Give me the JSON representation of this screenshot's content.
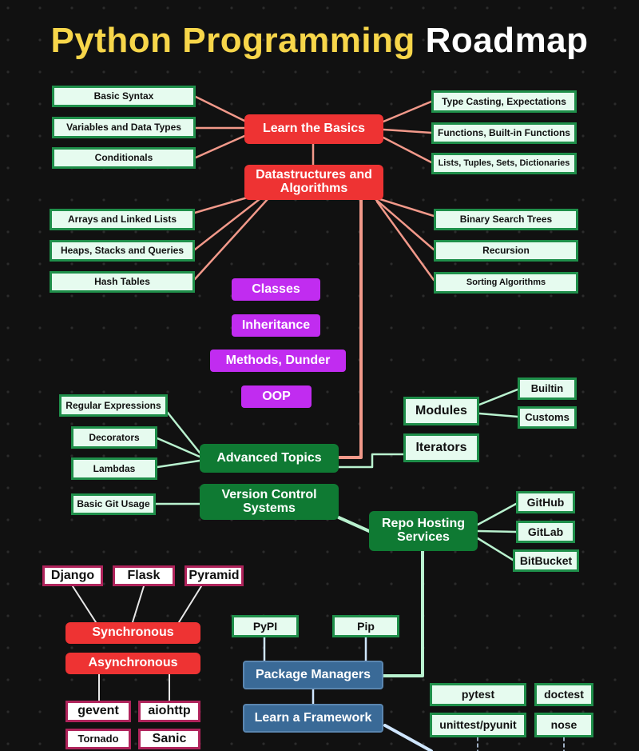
{
  "title": {
    "part1": "Python Programming",
    "part2": "Roadmap"
  },
  "nodes": {
    "basic_syntax": "Basic Syntax",
    "variables": "Variables and Data Types",
    "conditionals": "Conditionals",
    "learn_basics": "Learn the Basics",
    "type_casting": "Type Casting, Expectations",
    "functions": "Functions, Built-in Functions",
    "lists_tuples": "Lists, Tuples, Sets, Dictionaries",
    "dsa": "Datastructures and Algorithms",
    "arrays": "Arrays and Linked Lists",
    "heaps": "Heaps, Stacks and Queries",
    "hash_tables": "Hash Tables",
    "bst": "Binary Search Trees",
    "recursion": "Recursion",
    "sorting": "Sorting Algorithms",
    "classes": "Classes",
    "inheritance": "Inheritance",
    "methods": "Methods, Dunder",
    "oop": "OOP",
    "regex": "Regular Expressions",
    "decorators": "Decorators",
    "lambdas": "Lambdas",
    "advanced": "Advanced Topics",
    "modules": "Modules",
    "builtin": "Builtin",
    "customs": "Customs",
    "iterators": "Iterators",
    "git_usage": "Basic Git Usage",
    "vcs": "Version Control Systems",
    "repo_hosting": "Repo Hosting Services",
    "github": "GitHub",
    "gitlab": "GitLab",
    "bitbucket": "BitBucket",
    "django": "Django",
    "flask": "Flask",
    "pyramid": "Pyramid",
    "synchronous": "Synchronous",
    "asynchronous": "Asynchronous",
    "gevent": "gevent",
    "aiohttp": "aiohttp",
    "tornado": "Tornado",
    "sanic": "Sanic",
    "pypi": "PyPI",
    "pip": "Pip",
    "package_managers": "Package Managers",
    "framework": "Learn a Framework",
    "pytest": "pytest",
    "doctest": "doctest",
    "unittest": "unittest/pyunit",
    "nose": "nose"
  },
  "colors": {
    "title_highlight": "#f7d64a",
    "connector_salmon": "#f2998a",
    "connector_green": "#b9f2cf",
    "connector_white": "#e8e8e8",
    "connector_blue": "#cfe6ff"
  }
}
